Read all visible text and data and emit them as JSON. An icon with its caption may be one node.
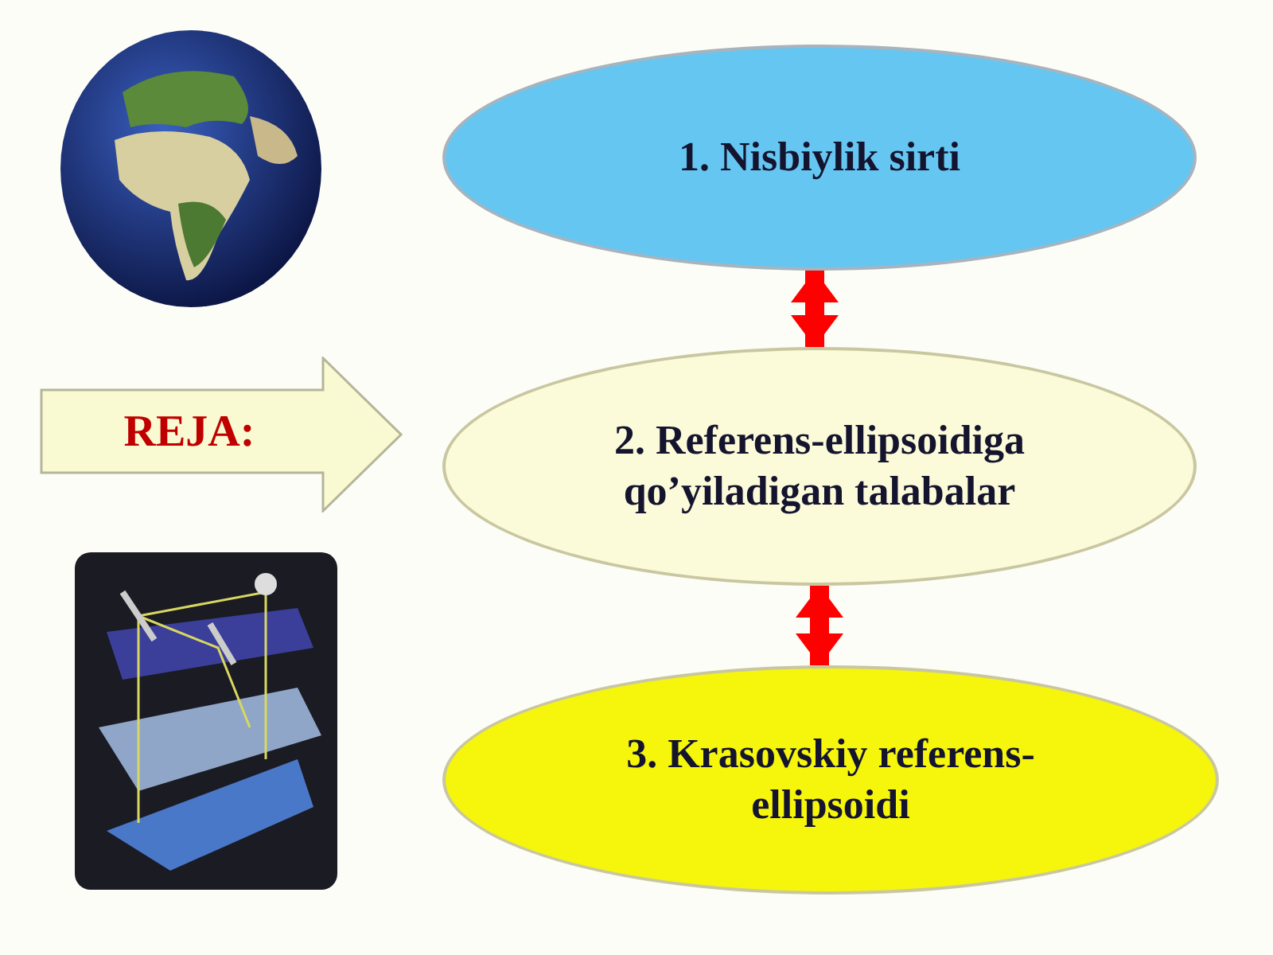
{
  "diagram": {
    "nodes": [
      {
        "text": [
          "REJA:"
        ]
      },
      {
        "text": [
          "1. Nisbiylik sirti"
        ]
      },
      {
        "text": [
          "2. Referens-ellipsoidiga qo’yiladigan talabalar"
        ]
      },
      {
        "text": [
          "3. Krasovskiy referens-ellipsoidi"
        ]
      }
    ],
    "edges": [
      {
        "from": 1,
        "to": 2,
        "arrow": "both"
      },
      {
        "from": 2,
        "to": 3,
        "arrow": "both"
      }
    ]
  }
}
